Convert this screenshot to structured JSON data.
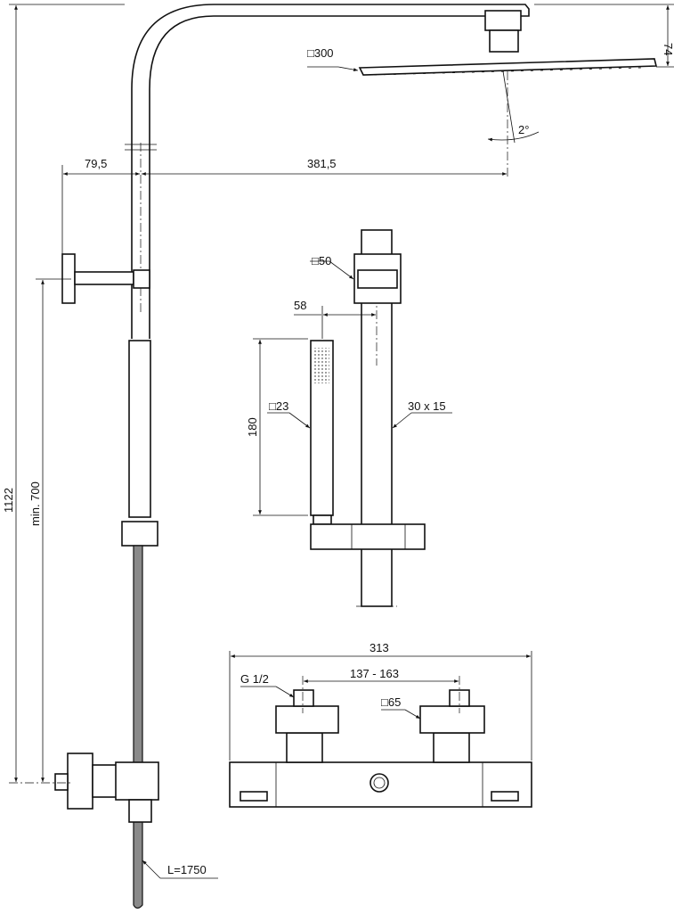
{
  "dimensions": {
    "head_size": "□300",
    "head_height": "74",
    "tilt": "2°",
    "wall_offset": "79,5",
    "arm_reach": "381,5",
    "total_height": "1122",
    "min_height": "min. 700",
    "bracket_size": "□50",
    "hand_offset": "58",
    "hand_length": "180",
    "hand_size": "□23",
    "bar_section": "30 x 15",
    "mixer_width": "313",
    "inlet_spacing": "137 - 163",
    "thread": "G 1/2",
    "valve_size": "□65",
    "hose_length": "L=1750"
  },
  "colors": {
    "line": "#111111",
    "hose": "#8a8a8a"
  }
}
